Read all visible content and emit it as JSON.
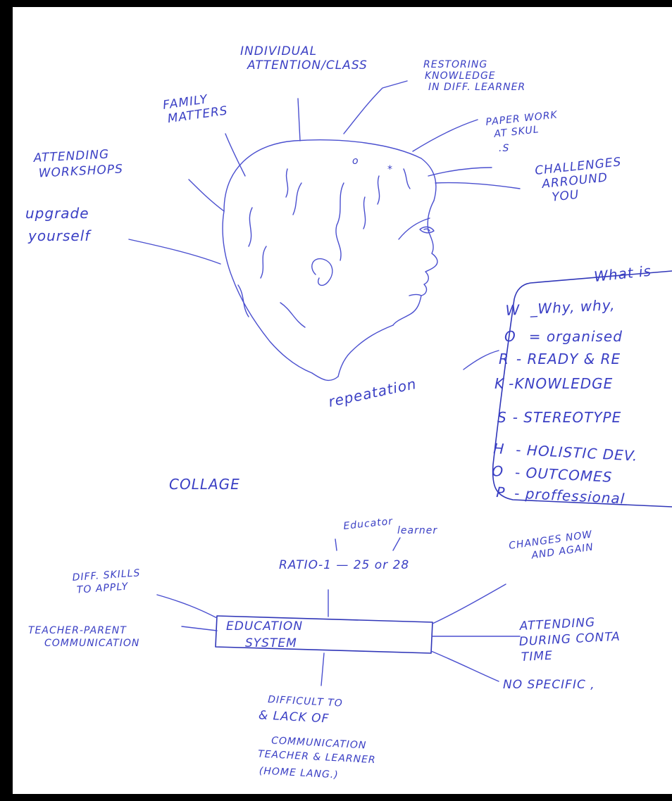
{
  "head_map": {
    "labels": {
      "individual": [
        "INDIVIDUAL",
        "ATTENTION/CLASS"
      ],
      "restoring": [
        "RESTORING",
        "KNOWLEDGE",
        "IN DIFF. LEARNER"
      ],
      "family": [
        "FAMILY",
        "MATTERS"
      ],
      "paper_work": [
        "PAPER WORK",
        "AT SKUL"
      ],
      "attending_workshop": [
        "ATTENDING",
        "WORKSHOPS"
      ],
      "challenges": [
        "CHALLENGES",
        "ARROUND",
        "YOU"
      ],
      "upgrade": [
        "upgrade",
        "yourself"
      ]
    },
    "dot_mark": ".S"
  },
  "worksheet": {
    "heading": "What is",
    "rows": [
      {
        "letter": "W",
        "text": "_Why, why,"
      },
      {
        "letter": "O",
        "text": "= organised"
      },
      {
        "letter": "R",
        "text": "- READY & RE"
      },
      {
        "letter": "K",
        "text": "-KNOWLEDGE"
      },
      {
        "letter": "S",
        "text": "- STEREOTYPE"
      },
      {
        "letter": "H",
        "text": "- HOLISTIC DEV."
      },
      {
        "letter": "O",
        "text": "- OUTCOMES"
      },
      {
        "letter": "P",
        "text": "- proffessional"
      }
    ],
    "side_note": "repeatation"
  },
  "collage": {
    "title": "COLLAGE",
    "educator": "Educator",
    "learner": "learner",
    "ratio": "RATIO-1 — 25 or 28",
    "changes": [
      "CHANGES NOW",
      "AND AGAIN"
    ],
    "center": [
      "EDUCATION",
      "SYSTEM"
    ],
    "diff_skills": [
      "DIFF. SKILLS",
      "TO APPLY"
    ],
    "teacher_parent": [
      "TEACHER-PARENT",
      "COMMUNICATION"
    ],
    "attending": [
      "ATTENDING",
      "DURING CONTA",
      "TIME"
    ],
    "no_specific": "NO SPECIFIC ,",
    "bottom": [
      "DIFFICULT TO",
      "& LACK OF",
      "COMMUNICATION",
      "TEACHER & LEARNER",
      "(HOME LANG.)"
    ]
  }
}
